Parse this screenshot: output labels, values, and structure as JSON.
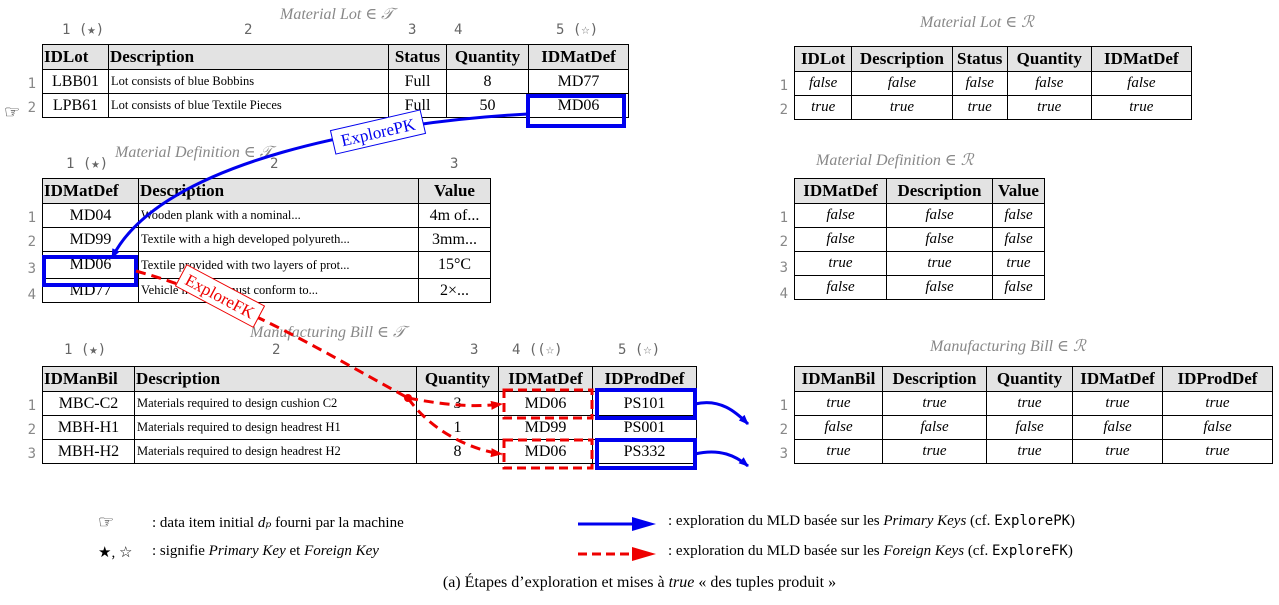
{
  "lot_t": {
    "title": "Material Lot ∈ 𝒯",
    "colnums": [
      "1 (★)",
      "2",
      "3",
      "4",
      "5 (☆)"
    ],
    "headers": [
      "IDLot",
      "Description",
      "Status",
      "Quantity",
      "IDMatDef"
    ],
    "rownums": [
      "1",
      "2"
    ],
    "rows": [
      [
        "LBB01",
        "Lot consists of blue Bobbins",
        "Full",
        "8",
        "MD77"
      ],
      [
        "LPB61",
        "Lot consists of blue Textile Pieces",
        "Full",
        "50",
        "MD06"
      ]
    ]
  },
  "matdef_t": {
    "title": "Material Definition ∈ 𝒯",
    "colnums": [
      "1 (★)",
      "2",
      "3"
    ],
    "headers": [
      "IDMatDef",
      "Description",
      "Value"
    ],
    "rownums": [
      "1",
      "2",
      "3",
      "4"
    ],
    "rows": [
      [
        "MD04",
        "Wooden plank with a nominal...",
        "4m of..."
      ],
      [
        "MD99",
        "Textile with a high developed polyureth...",
        "3mm..."
      ],
      [
        "MD06",
        "Textile provided with two layers of prot...",
        "15°C"
      ],
      [
        "MD77",
        "Vehicle needs to must conform to...",
        "2×..."
      ]
    ]
  },
  "bill_t": {
    "title": "Manufacturing Bill ∈ 𝒯",
    "colnums": [
      "1 (★)",
      "2",
      "3",
      "4 ((☆)",
      "5 (☆)"
    ],
    "headers": [
      "IDManBil",
      "Description",
      "Quantity",
      "IDMatDef",
      "IDProdDef"
    ],
    "rownums": [
      "1",
      "2",
      "3"
    ],
    "rows": [
      [
        "MBC-C2",
        "Materials required to design cushion C2",
        "3",
        "MD06",
        "PS101"
      ],
      [
        "MBH-H1",
        "Materials required to design headrest H1",
        "1",
        "MD99",
        "PS001"
      ],
      [
        "MBH-H2",
        "Materials required to design headrest H2",
        "8",
        "MD06",
        "PS332"
      ]
    ]
  },
  "lot_r": {
    "title": "Material Lot ∈ ℛ",
    "headers": [
      "IDLot",
      "Description",
      "Status",
      "Quantity",
      "IDMatDef"
    ],
    "rownums": [
      "1",
      "2"
    ],
    "rows": [
      [
        "false",
        "false",
        "false",
        "false",
        "false"
      ],
      [
        "true",
        "true",
        "true",
        "true",
        "true"
      ]
    ]
  },
  "matdef_r": {
    "title": "Material Definition ∈ ℛ",
    "headers": [
      "IDMatDef",
      "Description",
      "Value"
    ],
    "rownums": [
      "1",
      "2",
      "3",
      "4"
    ],
    "rows": [
      [
        "false",
        "false",
        "false"
      ],
      [
        "false",
        "false",
        "false"
      ],
      [
        "true",
        "true",
        "true"
      ],
      [
        "false",
        "false",
        "false"
      ]
    ]
  },
  "bill_r": {
    "title": "Manufacturing Bill ∈ ℛ",
    "headers": [
      "IDManBil",
      "Description",
      "Quantity",
      "IDMatDef",
      "IDProdDef"
    ],
    "rownums": [
      "1",
      "2",
      "3"
    ],
    "rows": [
      [
        "true",
        "true",
        "true",
        "true",
        "true"
      ],
      [
        "false",
        "false",
        "false",
        "false",
        "false"
      ],
      [
        "true",
        "true",
        "true",
        "true",
        "true"
      ]
    ]
  },
  "arrows": {
    "pk_label": "ExplorePK",
    "fk_label": "ExploreFK",
    "pk_color": "#0000ee",
    "fk_color": "#ee0000"
  },
  "pointer_icon": "☞",
  "legend": {
    "pointer_symbol": "☞",
    "pointer_text_1": ": data item initial ",
    "pointer_math": "dₚ",
    "pointer_text_2": " fourni par la machine",
    "keys_symbol": "★, ☆",
    "keys_text_1": ": signifie ",
    "keys_pk": "Primary Key",
    "keys_text_2": " et ",
    "keys_fk": "Foreign Key",
    "pk_text_1": ": exploration du MLD basée sur les ",
    "pk_em": "Primary Keys",
    "pk_text_2": " (cf. ",
    "pk_code": "ExplorePK",
    "pk_text_3": ")",
    "fk_text_1": ": exploration du MLD basée sur les ",
    "fk_em": "Foreign Keys",
    "fk_text_2": " (cf. ",
    "fk_code": "ExploreFK",
    "fk_text_3": ")"
  },
  "caption": {
    "prefix": "(a)  Étapes d’exploration et mises à ",
    "em": "true",
    "suffix": " « des tuples produit »"
  }
}
